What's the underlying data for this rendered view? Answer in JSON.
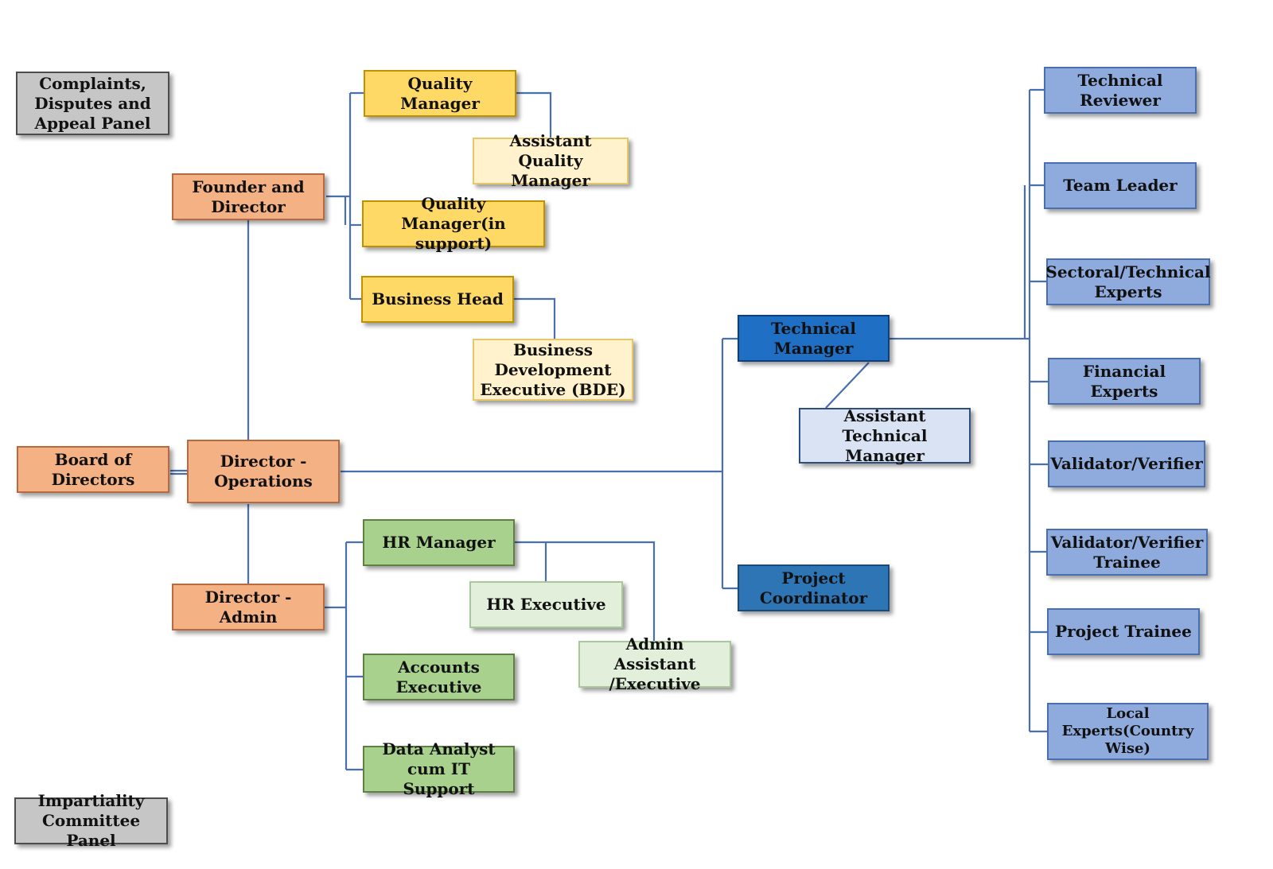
{
  "org_chart": {
    "complaints_panel": "Complaints, Disputes and Appeal Panel",
    "impartiality_panel": "Impartiality Committee Panel",
    "founder_director": "Founder and Director",
    "board_of_directors": "Board of Directors",
    "director_operations": "Director - Operations",
    "director_admin": "Director - Admin",
    "quality_manager": "Quality Manager",
    "assistant_quality_manager": "Assistant Quality Manager",
    "quality_manager_support": "Quality Manager(in support)",
    "business_head": "Business Head",
    "bde": "Business Development Executive (BDE)",
    "hr_manager": "HR Manager",
    "hr_executive": "HR Executive",
    "admin_assistant": "Admin Assistant /Executive",
    "accounts_executive": "Accounts Executive",
    "data_analyst": "Data Analyst cum IT Support",
    "technical_manager": "Technical Manager",
    "assistant_technical_manager": "Assistant Technical Manager",
    "project_coordinator": "Project Coordinator",
    "technical_reviewer": "Technical Reviewer",
    "team_leader": "Team Leader",
    "sectoral_experts": "Sectoral/Technical Experts",
    "financial_experts": "Financial Experts",
    "validator_verifier": "Validator/Verifier",
    "validator_verifier_trainee": "Validator/Verifier Trainee",
    "project_trainee": "Project Trainee",
    "local_experts": "Local Experts(Country Wise)"
  },
  "colors": {
    "connector": "#4a6fae",
    "leadership": "#f4b183",
    "quality": "#ffd966",
    "admin": "#a9d18e",
    "technical_manager": "#1f6fc5",
    "technical_staff": "#8faadc",
    "panel": "#c6c6c6"
  }
}
